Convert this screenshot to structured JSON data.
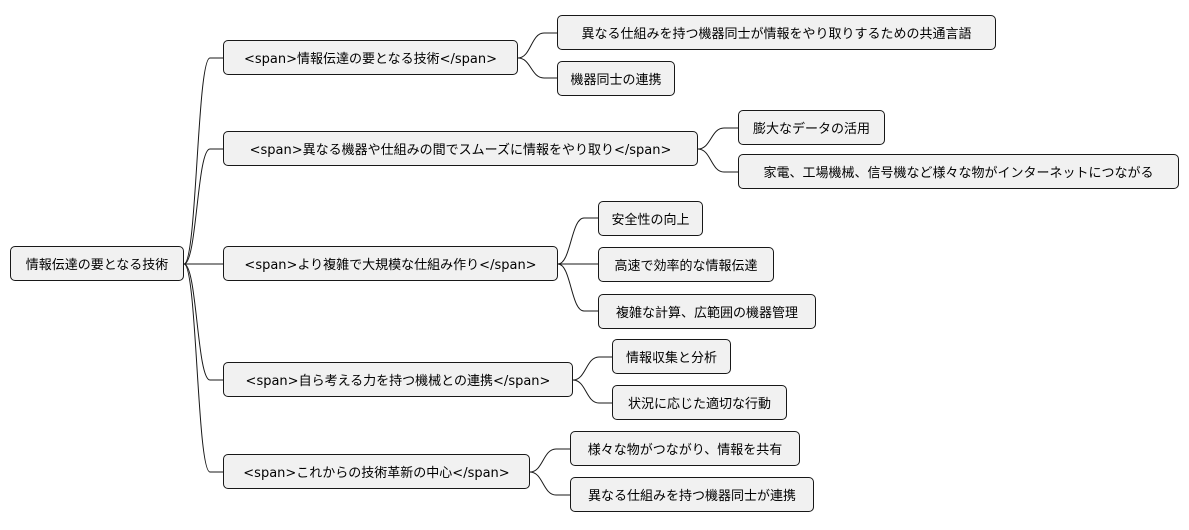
{
  "mindmap": {
    "root": "情報伝達の要となる技術",
    "branches": [
      {
        "label": "<span>情報伝達の要となる技術</span>",
        "children": [
          "異なる仕組みを持つ機器同士が情報をやり取りするための共通言語",
          "機器同士の連携"
        ]
      },
      {
        "label": "<span>異なる機器や仕組みの間でスムーズに情報をやり取り</span>",
        "children": [
          "膨大なデータの活用",
          "家電、工場機械、信号機など様々な物がインターネットにつながる"
        ]
      },
      {
        "label": "<span>より複雑で大規模な仕組み作り</span>",
        "children": [
          "安全性の向上",
          "高速で効率的な情報伝達",
          "複雑な計算、広範囲の機器管理"
        ]
      },
      {
        "label": "<span>自ら考える力を持つ機械との連携</span>",
        "children": [
          "情報収集と分析",
          "状況に応じた適切な行動"
        ]
      },
      {
        "label": "<span>これからの技術革新の中心</span>",
        "children": [
          "様々な物がつながり、情報を共有",
          "異なる仕組みを持つ機器同士が連携"
        ]
      }
    ]
  }
}
